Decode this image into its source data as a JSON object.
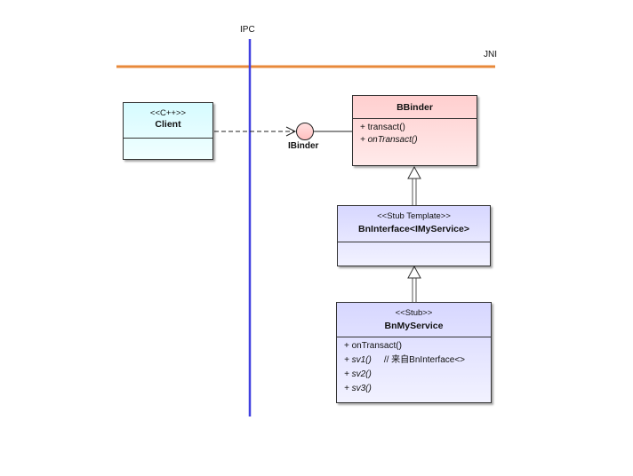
{
  "labels": {
    "ipc": "IPC",
    "jni": "JNI",
    "ibinder": "IBinder"
  },
  "colors": {
    "ipc_line": "#4040e0",
    "jni_line": "#e8893a",
    "client_fill": "#dffcff",
    "bbinder_fill": "#ffd8d8",
    "stub_fill": "#dcdcff"
  },
  "classes": {
    "client": {
      "stereotype": "<<C++>>",
      "name": "Client"
    },
    "bbinder": {
      "name": "BBinder",
      "op1": "+ transact()",
      "op2": "+ onTransact()"
    },
    "bninterface": {
      "stereotype": "<<Stub Template>>",
      "name": "BnInterface<IMyService>"
    },
    "bnmyservice": {
      "stereotype": "<<Stub>>",
      "name": "BnMyService",
      "op1": "+ onTransact()",
      "op2": "+ sv1()",
      "op2_comment": "// 来自BnInterface<>",
      "op3": "+ sv2()",
      "op4": "+ sv3()"
    }
  }
}
